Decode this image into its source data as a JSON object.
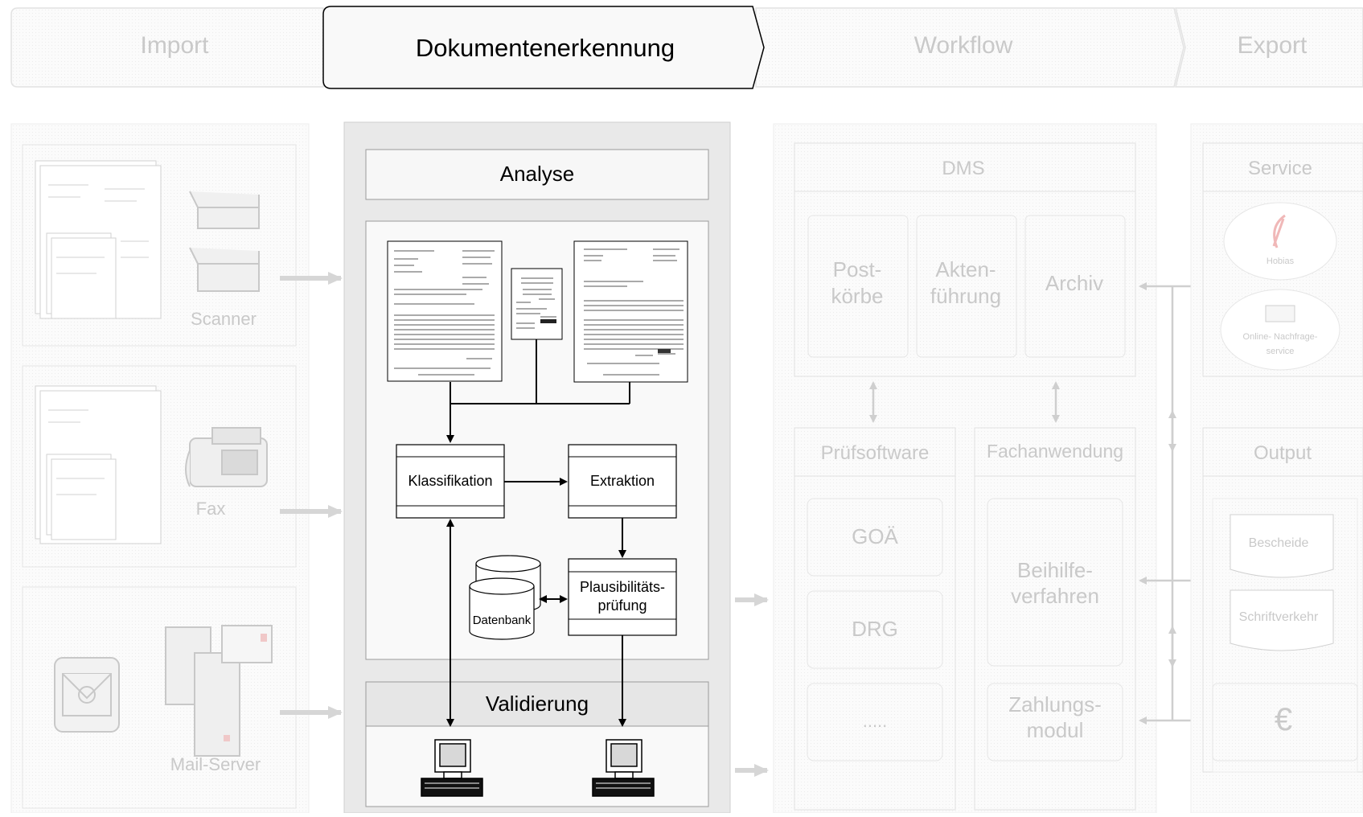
{
  "header": {
    "stages": [
      {
        "label": "Import",
        "active": false
      },
      {
        "label": "Dokumentenerkennung",
        "active": true
      },
      {
        "label": "Workflow",
        "active": false
      },
      {
        "label": "Export",
        "active": false
      }
    ]
  },
  "import": {
    "scanner_label": "Scanner",
    "fax_label": "Fax",
    "mail_label": "Mail-Server"
  },
  "recognition": {
    "analyse_title": "Analyse",
    "classification_label": "Klassifikation",
    "extraction_label": "Extraktion",
    "plausibility_label_line1": "Plausibilitäts-",
    "plausibility_label_line2": "prüfung",
    "database_label": "Datenbank",
    "validation_title": "Validierung"
  },
  "workflow": {
    "dms_title": "DMS",
    "dms_items": [
      {
        "line1": "Post-",
        "line2": "körbe"
      },
      {
        "line1": "Akten-",
        "line2": "führung"
      },
      {
        "line1": "Archiv",
        "line2": ""
      }
    ],
    "pruef_title": "Prüfsoftware",
    "pruef_items": [
      "GOÄ",
      "DRG",
      "....."
    ],
    "fach_title": "Fachanwendung",
    "fach_items": [
      {
        "line1": "Beihilfe-",
        "line2": "verfahren"
      },
      {
        "line1": "Zahlungs-",
        "line2": "modul"
      }
    ]
  },
  "export": {
    "service_title": "Service",
    "service_stamp1": "Hobias",
    "service_stamp2_line1": "Online- Nachfrage-",
    "service_stamp2_line2": "service",
    "output_title": "Output",
    "output_doc1": "Bescheide",
    "output_doc2": "Schriftverkehr",
    "output_symbol": "€"
  }
}
